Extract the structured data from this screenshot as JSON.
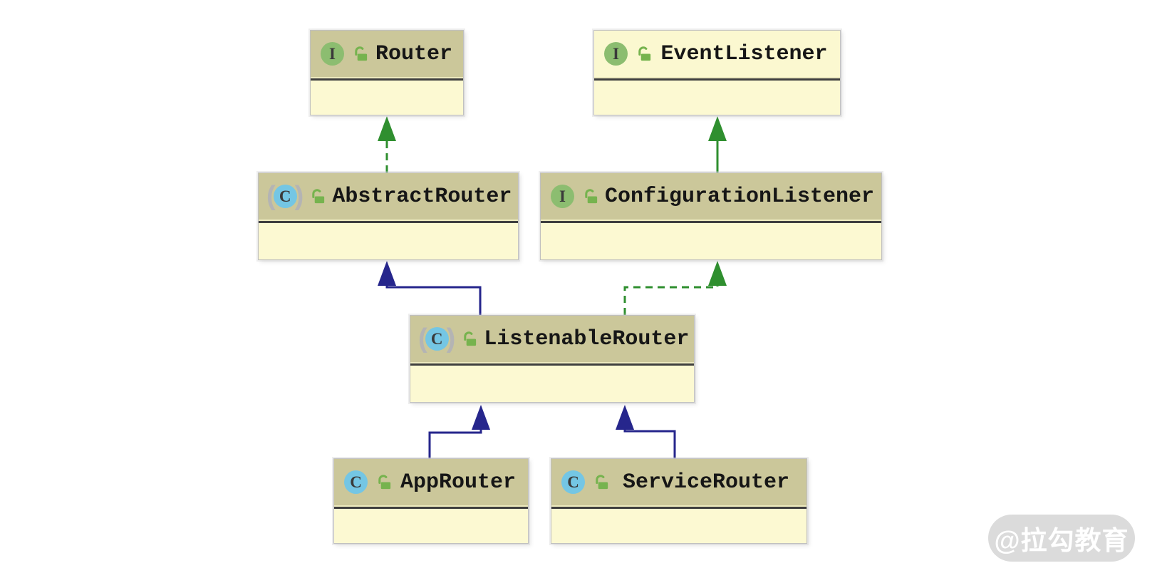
{
  "diagram": {
    "nodes": [
      {
        "id": "router",
        "name": "Router",
        "kind": "interface",
        "icon_letter": "I",
        "access": "public"
      },
      {
        "id": "event-listener",
        "name": "EventListener",
        "kind": "interface",
        "icon_letter": "I",
        "access": "public"
      },
      {
        "id": "abstract-router",
        "name": "AbstractRouter",
        "kind": "abstract-class",
        "icon_letter": "C",
        "access": "public"
      },
      {
        "id": "configuration-listener",
        "name": "ConfigurationListener",
        "kind": "interface",
        "icon_letter": "I",
        "access": "public"
      },
      {
        "id": "listenable-router",
        "name": "ListenableRouter",
        "kind": "abstract-class",
        "icon_letter": "C",
        "access": "public"
      },
      {
        "id": "app-router",
        "name": "AppRouter",
        "kind": "class",
        "icon_letter": "C",
        "access": "public"
      },
      {
        "id": "service-router",
        "name": "ServiceRouter",
        "kind": "class",
        "icon_letter": "C",
        "access": "public"
      }
    ],
    "abstract_paren_open": "(",
    "abstract_paren_close": ")",
    "edges": [
      {
        "from": "AbstractRouter",
        "to": "Router",
        "type": "implements",
        "line": "dashed",
        "color": "#2f8f2f"
      },
      {
        "from": "ConfigurationListener",
        "to": "EventListener",
        "type": "extends",
        "line": "solid",
        "color": "#2f8f2f"
      },
      {
        "from": "ListenableRouter",
        "to": "AbstractRouter",
        "type": "extends",
        "line": "solid",
        "color": "#26268c"
      },
      {
        "from": "ListenableRouter",
        "to": "ConfigurationListener",
        "type": "implements",
        "line": "dashed",
        "color": "#2f8f2f"
      },
      {
        "from": "AppRouter",
        "to": "ListenableRouter",
        "type": "extends",
        "line": "solid",
        "color": "#26268c"
      },
      {
        "from": "ServiceRouter",
        "to": "ListenableRouter",
        "type": "extends",
        "line": "solid",
        "color": "#26268c"
      }
    ]
  },
  "colors": {
    "header-bg": "#cbc79a",
    "plain-header-bg": "#fbf8d0",
    "body-bg": "#fcf9d2",
    "divider": "#3f3f3f",
    "extends-arrow": "#26268c",
    "interface-arrow": "#2f8f2f",
    "interface-icon-bg": "#8cbd70",
    "class-icon-bg": "#74c6e4",
    "lock-green": "#76b34e",
    "watermark-bg": "#dbdbdb",
    "watermark-text": "#ffffff"
  },
  "watermark": {
    "text": "@拉勾教育"
  }
}
